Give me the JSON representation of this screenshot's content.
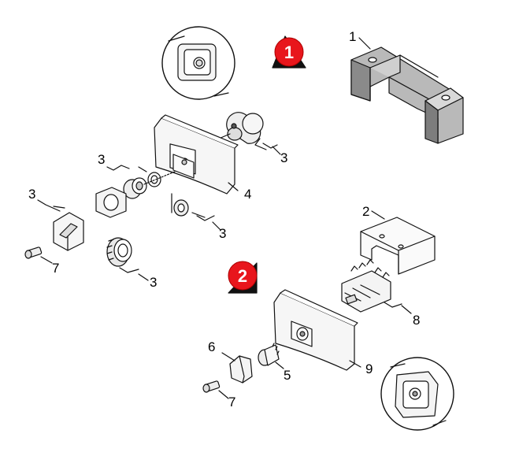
{
  "badges": [
    {
      "id": "badge-1",
      "label": "1"
    },
    {
      "id": "badge-2",
      "label": "2"
    }
  ],
  "callouts": {
    "c1": "1",
    "c2": "2",
    "c3a": "3",
    "c3b": "3",
    "c3c": "3",
    "c3d": "3",
    "c3e": "3",
    "c4": "4",
    "c5": "5",
    "c6": "6",
    "c7a": "7",
    "c7b": "7",
    "c8": "8",
    "c9": "9"
  },
  "colors": {
    "badge_red": "#e8161c",
    "badge_shadow": "#111111",
    "line": "#111111",
    "bracket_fill": "#b9b9b9",
    "bracket_dark": "#7d7d7d",
    "part_fill": "#f2f2f2"
  }
}
